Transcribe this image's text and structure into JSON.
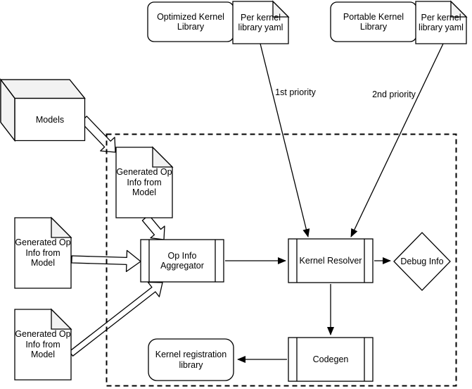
{
  "diagram": {
    "nodes": {
      "optimized_kernel_library": "Optimized Kernel\nLibrary",
      "optimized_yaml": "Per kernel\nlibrary yaml",
      "portable_kernel_library": "Portable Kernel\nLibrary",
      "portable_yaml": "Per kernel\nlibrary yaml",
      "models": "Models",
      "generated_op_info_inner": "Generated Op\nInfo from\nModel",
      "generated_op_info_left_top": "Generated Op\nInfo from\nModel",
      "generated_op_info_left_bottom": "Generated Op\nInfo from\nModel",
      "op_info_aggregator": "Op Info\nAggregator",
      "kernel_resolver": "Kernel Resolver",
      "debug_info": "Debug Info",
      "codegen": "Codegen",
      "kernel_registration_library": "Kernel registration\nlibrary"
    },
    "edge_labels": {
      "first_priority": "1st priority",
      "second_priority": "2nd priority"
    },
    "edges": [
      {
        "from": "optimized_yaml",
        "to": "kernel_resolver",
        "label": "1st priority"
      },
      {
        "from": "portable_yaml",
        "to": "kernel_resolver",
        "label": "2nd priority"
      },
      {
        "from": "models",
        "to": "generated_op_info_inner",
        "label": ""
      },
      {
        "from": "generated_op_info_inner",
        "to": "op_info_aggregator",
        "label": ""
      },
      {
        "from": "generated_op_info_left_top",
        "to": "op_info_aggregator",
        "label": ""
      },
      {
        "from": "generated_op_info_left_bottom",
        "to": "op_info_aggregator",
        "label": ""
      },
      {
        "from": "op_info_aggregator",
        "to": "kernel_resolver",
        "label": ""
      },
      {
        "from": "kernel_resolver",
        "to": "debug_info",
        "label": ""
      },
      {
        "from": "kernel_resolver",
        "to": "codegen",
        "label": ""
      },
      {
        "from": "codegen",
        "to": "kernel_registration_library",
        "label": ""
      }
    ],
    "colors": {
      "stroke": "#000000",
      "fill": "#ffffff",
      "shade": "#f2f2f2",
      "background": "#ffffff"
    }
  }
}
